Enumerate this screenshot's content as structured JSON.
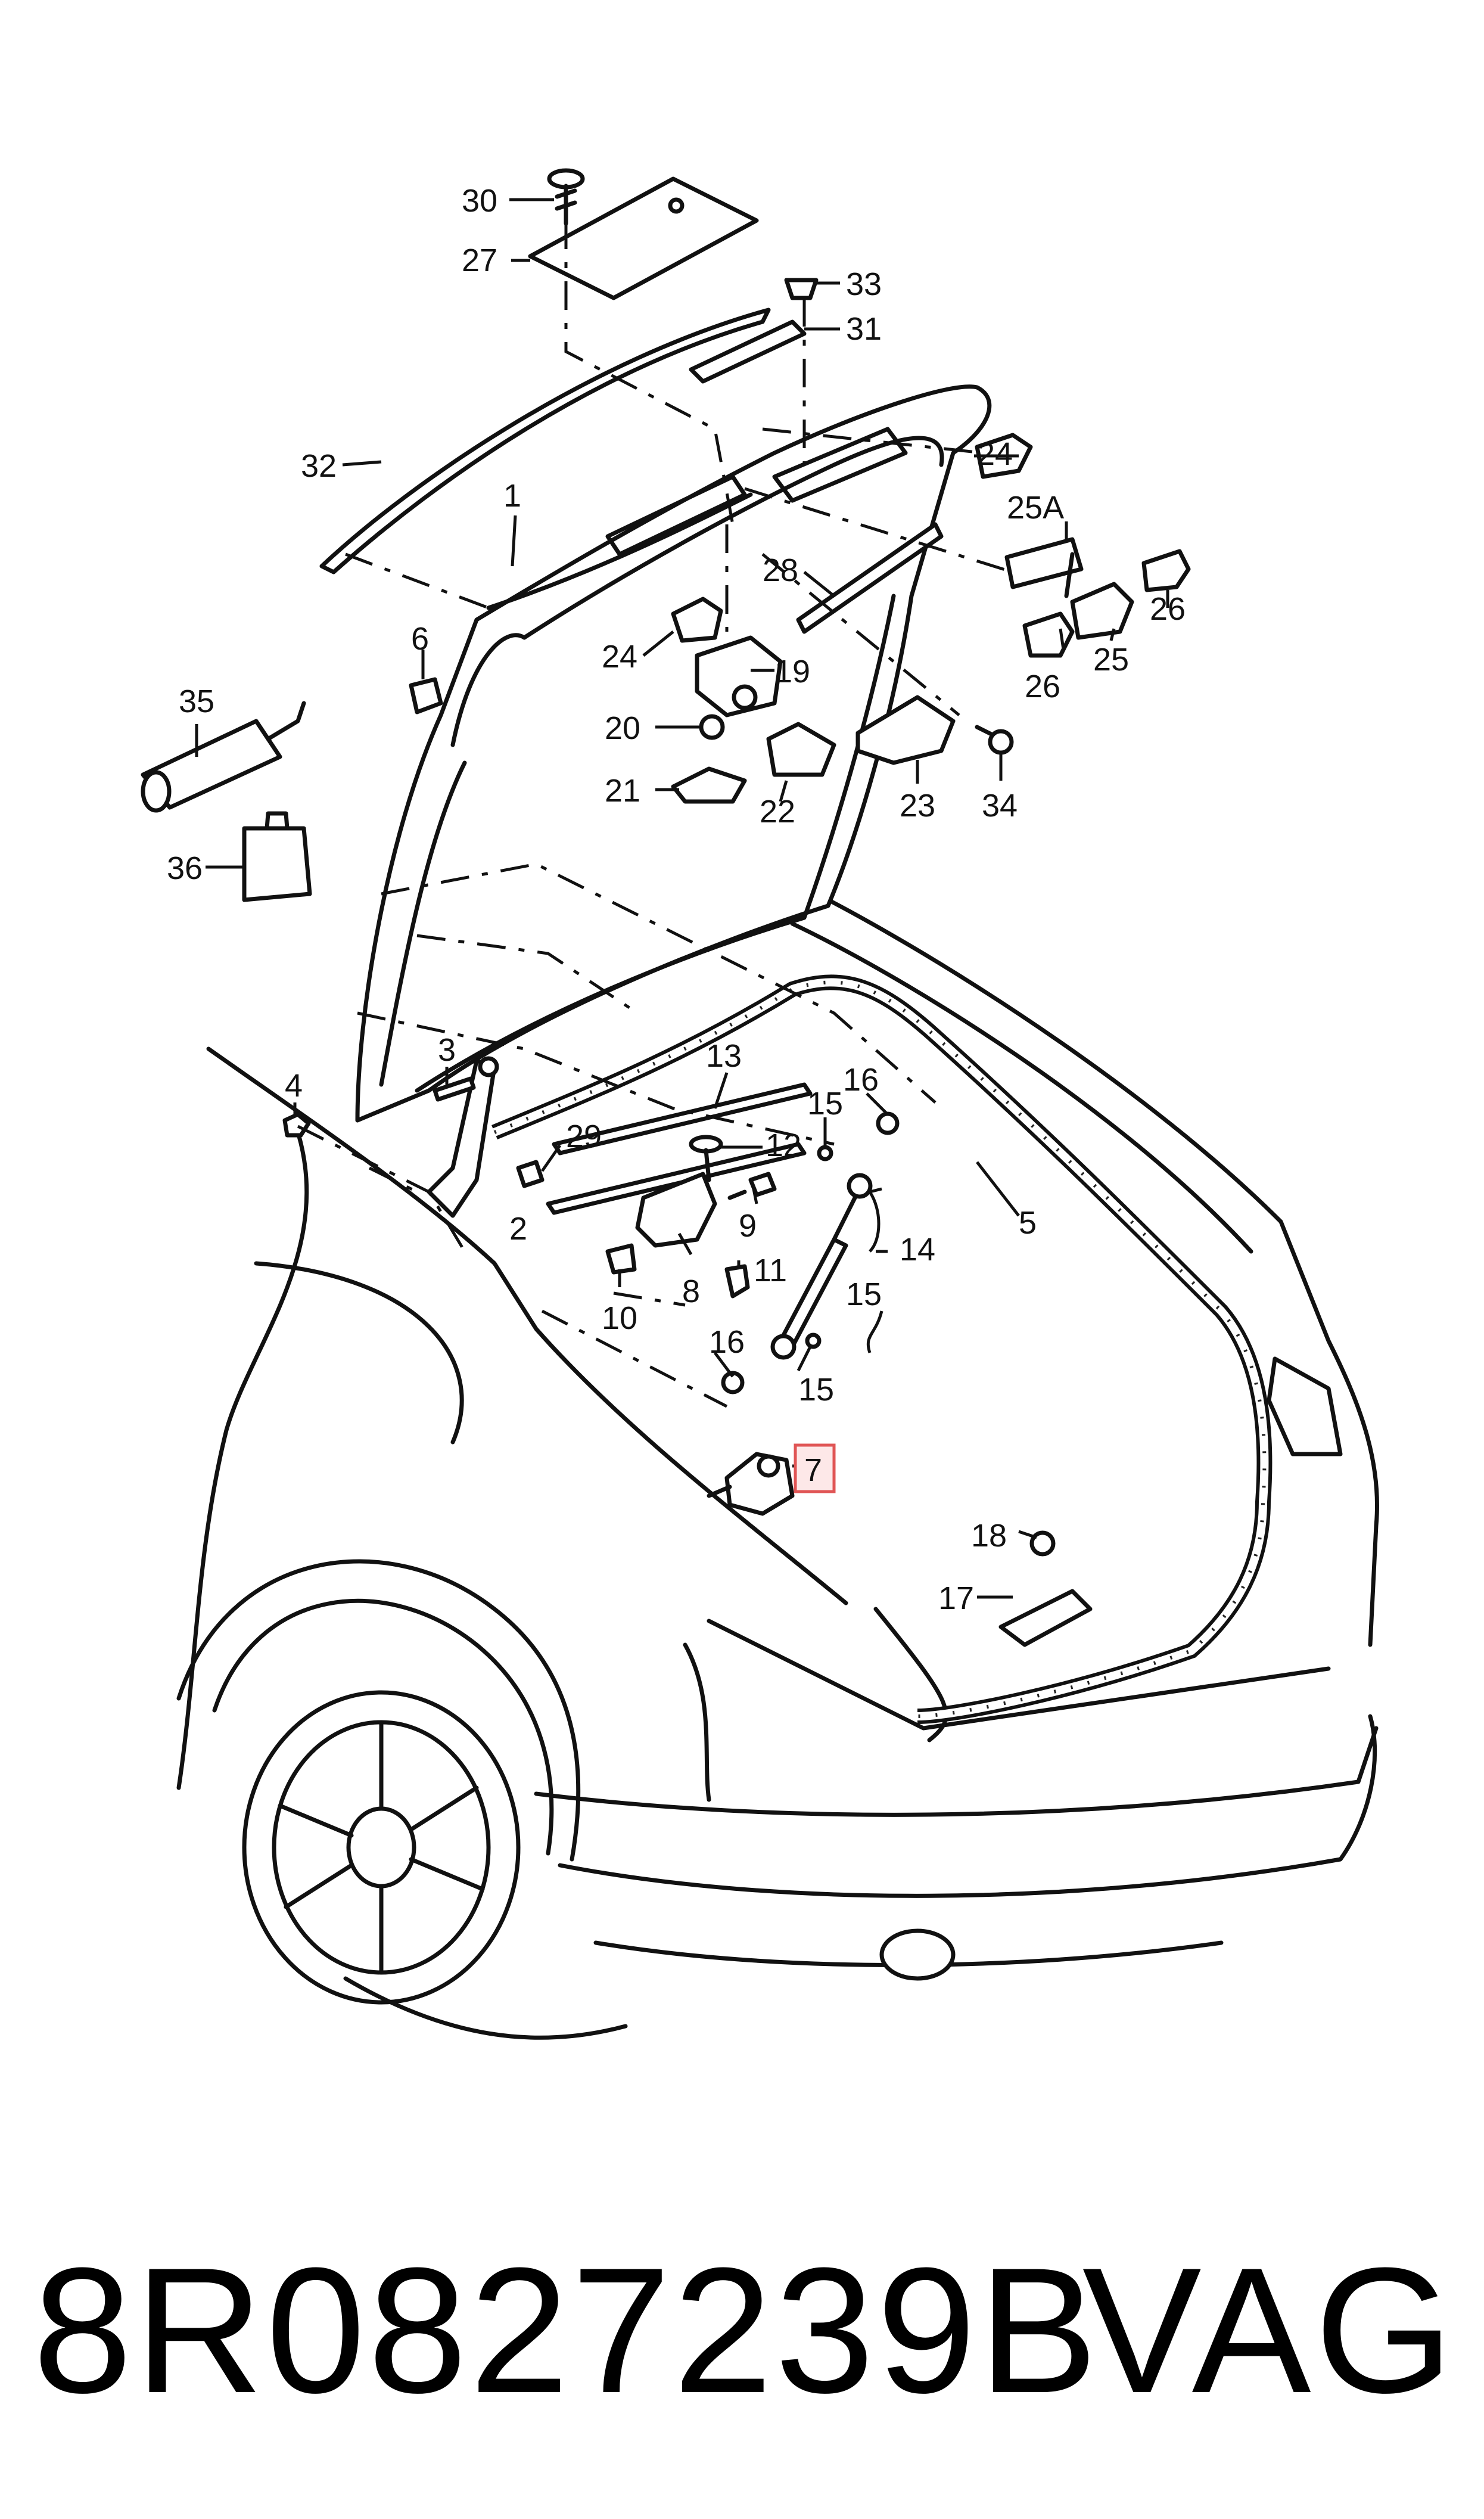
{
  "diagram": {
    "callouts": {
      "c1": "1",
      "c2": "2",
      "c3": "3",
      "c4": "4",
      "c5": "5",
      "c6": "6",
      "c7": "7",
      "c8": "8",
      "c9": "9",
      "c10": "10",
      "c11": "11",
      "c12": "12",
      "c13": "13",
      "c14": "14",
      "c15a": "15",
      "c15b": "15",
      "c15c": "15",
      "c16a": "16",
      "c16b": "16",
      "c17": "17",
      "c18": "18",
      "c19": "19",
      "c20": "20",
      "c21": "21",
      "c22": "22",
      "c23": "23",
      "c24a": "24",
      "c24b": "24",
      "c25": "25",
      "c25a": "25A",
      "c26a": "26",
      "c26b": "26",
      "c27": "27",
      "c28": "28",
      "c30": "30",
      "c31": "31",
      "c32": "32",
      "c33": "33",
      "c34": "34",
      "c35": "35",
      "c36": "36",
      "c29": "29"
    },
    "highlighted_part": "7",
    "highlight_color": "#e05555"
  },
  "caption": {
    "part_number": "8R0827239B",
    "brand": "VAG"
  }
}
